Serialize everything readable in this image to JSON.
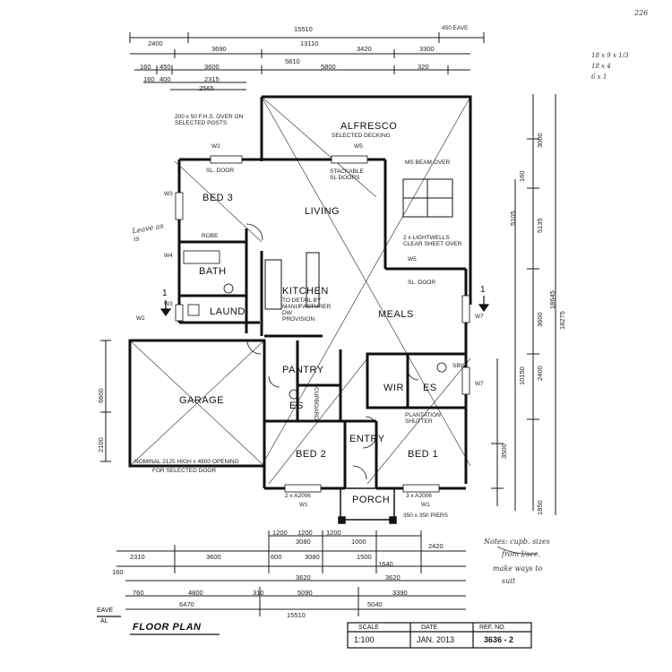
{
  "rooms": {
    "alfresco": "ALFRESCO",
    "alfresco_note": "SELECTED DECKING",
    "bed3": "BED 3",
    "living": "LIVING",
    "bath": "BATH",
    "kitchen": "KITCHEN",
    "laund": "LAUND.",
    "meals": "MEALS",
    "pantry": "PANTRY",
    "wir": "WIR",
    "es_master": "ES",
    "es_bed2": "ES",
    "garage": "GARAGE",
    "bed2": "BED 2",
    "entry": "ENTRY",
    "bed1": "BED 1",
    "porch": "PORCH"
  },
  "notes": {
    "beam": "200 x 50 F.H.S. OVER ON SELECTED POSTS",
    "stacking": "STACKABLE SL DOORS",
    "ms_beam": "MS BEAM OVER",
    "lightwells": "2 x LIGHTWELLS CLEAR SHEET OVER",
    "kitchen_note": "TO DETAIL BY MANUFACTURER DW PROVISION",
    "plantation": "PLANTATION SHUTTER",
    "garage_opening": "NOMINAL 2125 HIGH x 4800 OPENING",
    "garage_door": "FOR SELECTED DOOR",
    "cupboard": "CUPBOARD",
    "robe": "ROBE",
    "pier": "350 x 350 PIERS",
    "sl_door1": "SL. DOOR",
    "sl_door2": "SL. DOOR",
    "w2_top": "W2",
    "w5_top": "W5",
    "w5_mid": "W5",
    "w7": "W7",
    "w7b": "W7",
    "w1_a": "W1",
    "w1_b": "W1",
    "w2_left": "W2",
    "w3_top": "W3",
    "w3_bottom": "W3",
    "w4": "W4",
    "bed2_window": "2 x A2006",
    "bed1_window": "3 x A2006",
    "eave": "450 EAVE",
    "sbw": "SBW"
  },
  "dims_top": {
    "overall": "15510",
    "d2400": "2400",
    "d13110": "13110",
    "d3690": "3690",
    "d3420": "3420",
    "d3300": "3300",
    "d160a": "160",
    "d450": "450",
    "d3600": "3600",
    "d5810": "5810",
    "d5800": "5800",
    "d320": "320",
    "d160b": "160",
    "d400": "400",
    "d2315": "2315",
    "d2565": "2565"
  },
  "dims_right": {
    "d3000": "3000",
    "d160": "160",
    "d5105": "5105",
    "d5135": "5135",
    "d3600": "3600",
    "d2400": "2400",
    "d10150": "10150",
    "d18275": "18275",
    "d18645": "18645",
    "d3500": "3500",
    "d1850": "1850"
  },
  "dims_bottom": {
    "d1200a": "1200",
    "d1200b": "1200",
    "d1200c": "1200",
    "d3080": "3080",
    "d1000": "1000",
    "d2310": "2310",
    "d3600": "3600",
    "d600": "600",
    "d3080b": "3080",
    "d1500": "1500",
    "d1640": "1640",
    "d2420": "2420",
    "d160": "160",
    "d3620": "3620",
    "d3620b": "3620",
    "d760": "760",
    "d4800": "4800",
    "d310": "310",
    "d5090": "5090",
    "d3390": "3390",
    "d6470": "6470",
    "d5040": "5040",
    "overall": "15510"
  },
  "dims_left": {
    "d6600": "6600",
    "d2100": "2100"
  },
  "handwritten": {
    "top_right_num": "226",
    "calc1": "18 x 9 x 1/3",
    "calc2": "18 x 4",
    "calc3": "6 x 1",
    "leave": "Leave as is",
    "notes_line1": "Notes: cupb. sizes",
    "notes_line2": "from l/see.",
    "notes_line3": "make ways to",
    "notes_line4": "suit"
  },
  "title_block": {
    "drawing_title": "FLOOR PLAN",
    "scale_label": "SCALE",
    "scale_value": "1:100",
    "date_label": "DATE",
    "date_value": "JAN. 2013",
    "ref_label": "REF. NO.",
    "ref_value": "3636 - 2",
    "eave_label": "EAVE",
    "al_label": "AL"
  },
  "section_marker": "1"
}
